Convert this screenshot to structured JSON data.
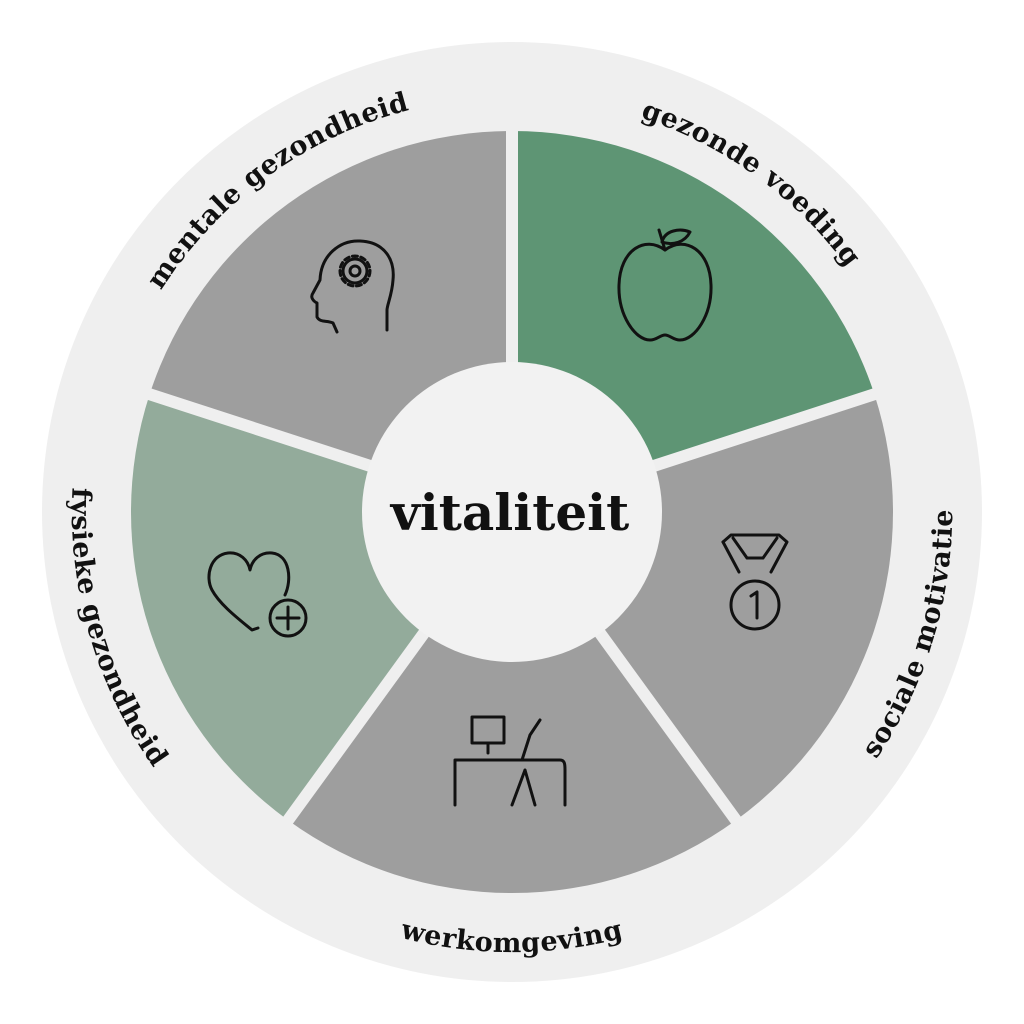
{
  "center_label": "vitaliteit",
  "colors": {
    "ring": "#efefef",
    "inner": "#f2f2f2",
    "gray": "#9e9e9e",
    "green": "#5e9574",
    "light_green": "#93ab9b",
    "gap": "#efefef"
  },
  "segments": [
    {
      "label": "gezonde voeding",
      "icon": "apple-icon",
      "color": "#5e9574"
    },
    {
      "label": "mentale gezondheid",
      "icon": "head-gear-icon",
      "color": "#9e9e9e"
    },
    {
      "label": "fysieke gezondheid",
      "icon": "heart-plus-icon",
      "color": "#93ab9b"
    },
    {
      "label": "werkomgeving",
      "icon": "desk-computer-icon",
      "color": "#9e9e9e"
    },
    {
      "label": "sociale motivatie",
      "icon": "medal-icon",
      "color": "#9e9e9e"
    }
  ]
}
